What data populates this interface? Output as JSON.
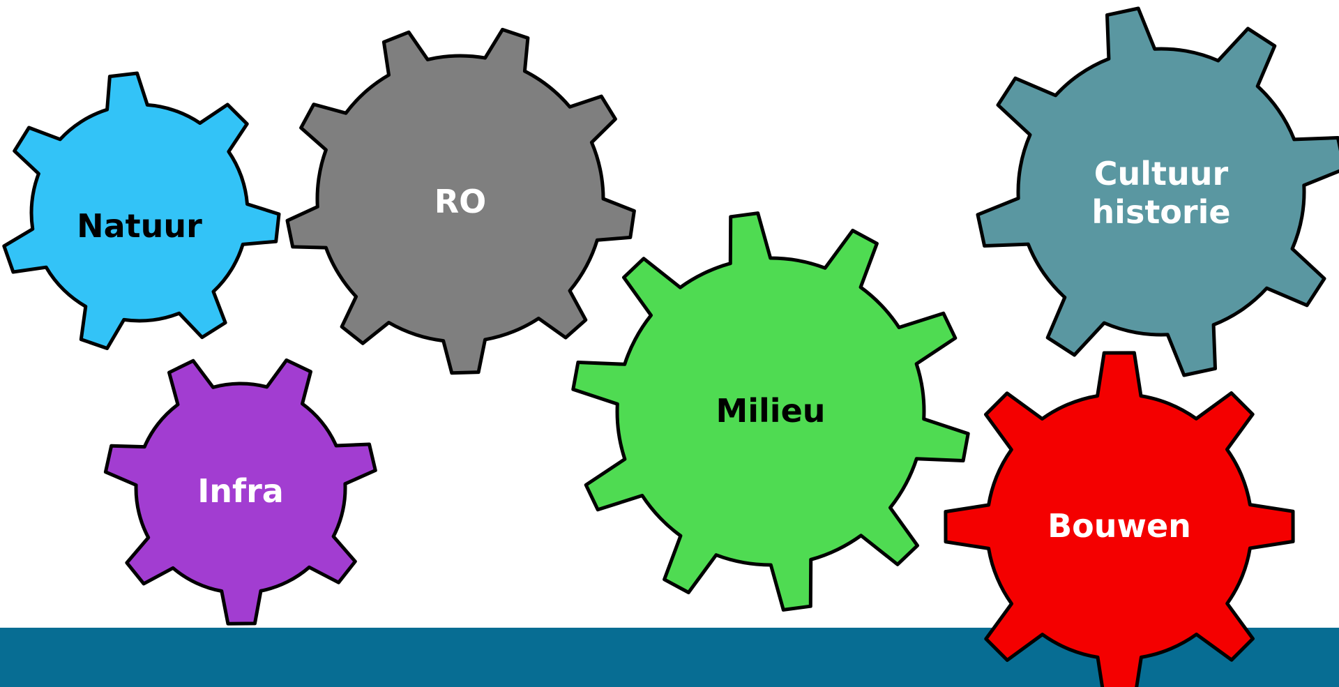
{
  "colors": {
    "background": "#ffffff",
    "bottom_band": "#076d93",
    "gear_outline": "#000000"
  },
  "gears": [
    {
      "id": "natuur",
      "label": "Natuur",
      "label_line2": "",
      "fill": "#33c3f7",
      "text_color": "#000000",
      "teeth": 7
    },
    {
      "id": "ro",
      "label": "RO",
      "label_line2": "",
      "fill": "#7f7f7f",
      "text_color": "#ffffff",
      "teeth": 9
    },
    {
      "id": "infra",
      "label": "Infra",
      "label_line2": "",
      "fill": "#a23dd1",
      "text_color": "#ffffff",
      "teeth": 7
    },
    {
      "id": "milieu",
      "label": "Milieu",
      "label_line2": "",
      "fill": "#4fdb52",
      "text_color": "#000000",
      "teeth": 10
    },
    {
      "id": "cultuur",
      "label": "Cultuur",
      "label_line2": "historie",
      "fill": "#5a97a1",
      "text_color": "#ffffff",
      "teeth": 8
    },
    {
      "id": "bouwen",
      "label": "Bouwen",
      "label_line2": "",
      "fill": "#f40000",
      "text_color": "#ffffff",
      "teeth": 8
    }
  ]
}
